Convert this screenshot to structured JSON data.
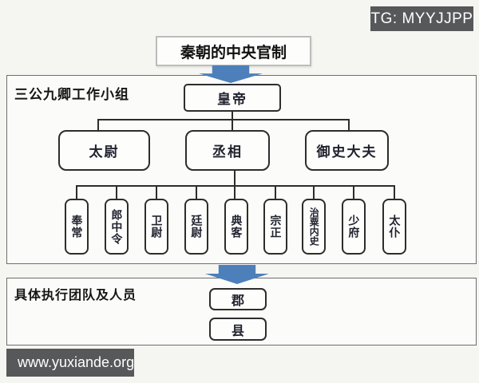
{
  "watermarks": {
    "top": "TG: MYYJJPP",
    "bottom": "www.yuxiande.org"
  },
  "colors": {
    "arrow_blue": "#4d7fbb",
    "badge_gray": "#57585a",
    "line_dark": "#2d2d2d"
  },
  "diagram": {
    "title": "秦朝的中央官制",
    "section_central_label": "三公九卿工作小组",
    "section_local_label": "具体执行团队及人员",
    "emperor": "皇帝",
    "three_lords": [
      "太尉",
      "丞相",
      "御史大夫"
    ],
    "nine_ministers": [
      "奉常",
      "郎中令",
      "卫尉",
      "廷尉",
      "典客",
      "宗正",
      "治粟内史",
      "少府",
      "太仆"
    ],
    "local_units": [
      "郡",
      "县"
    ]
  }
}
